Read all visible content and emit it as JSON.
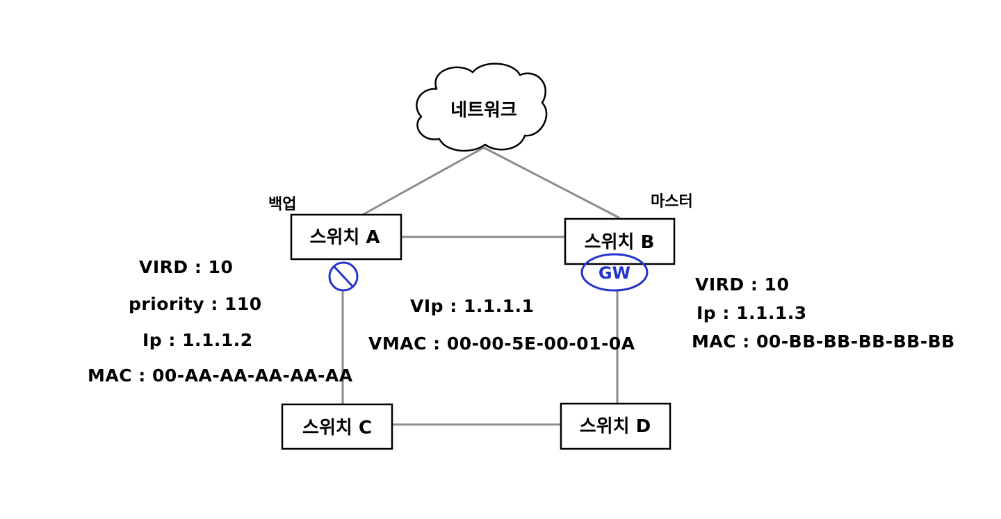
{
  "network": {
    "label": "네트워크"
  },
  "switches": {
    "a": {
      "label": "스위치 A",
      "role": "백업"
    },
    "b": {
      "label": "스위치 B",
      "role": "마스터",
      "gateway_mark": "GW"
    },
    "c": {
      "label": "스위치 C"
    },
    "d": {
      "label": "스위치 D"
    }
  },
  "info_a": {
    "vrid": "VIRD : 10",
    "priority": "priority : 110",
    "ip": "Ip : 1.1.1.2",
    "mac": "MAC : 00-AA-AA-AA-AA-AA"
  },
  "info_b": {
    "vrid": "VIRD : 10",
    "ip": "Ip : 1.1.1.3",
    "mac": "MAC : 00-BB-BB-BB-BB-BB"
  },
  "info_virtual": {
    "vip": "VIp : 1.1.1.1",
    "vmac": "VMAC : 00-00-5E-00-01-0A"
  },
  "colors": {
    "link": "#8c8c8c",
    "box_stroke": "#000000",
    "annotation": "#2233cc"
  }
}
